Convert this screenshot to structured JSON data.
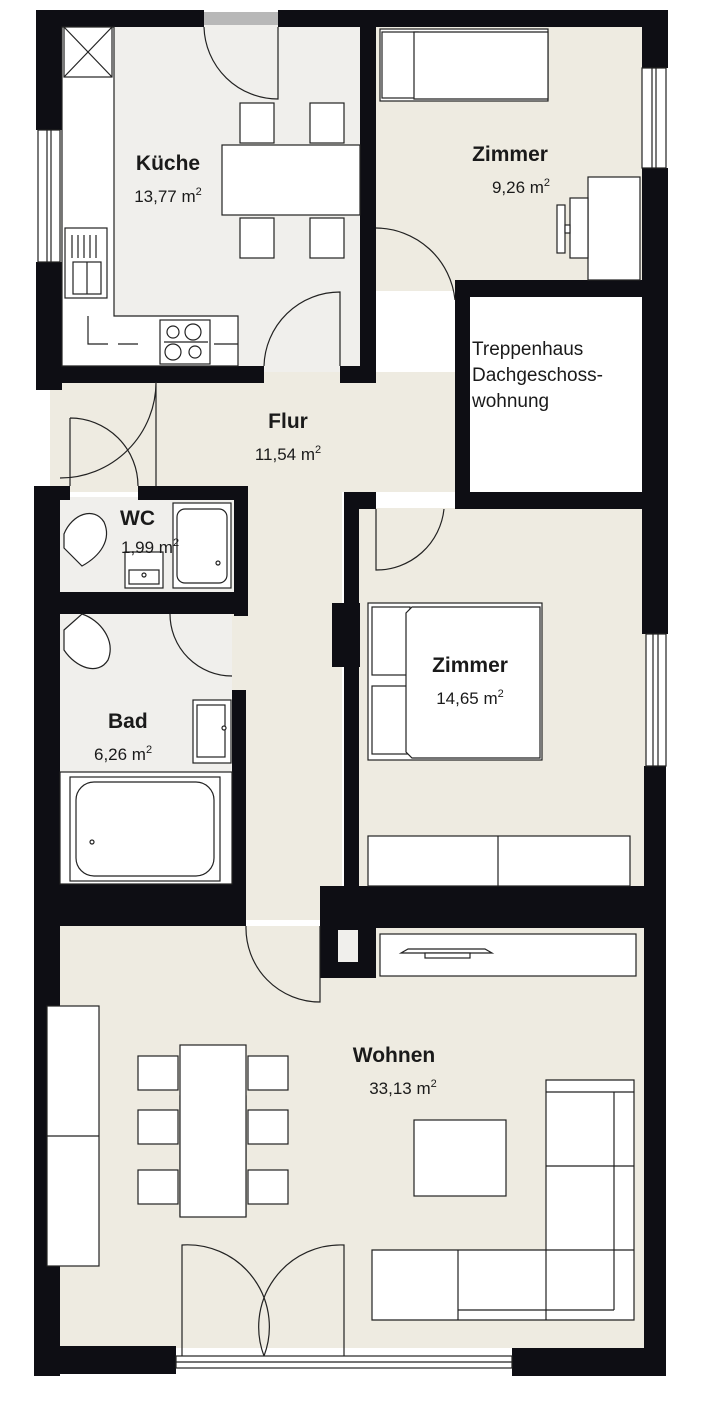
{
  "plan": {
    "type": "apartment floor plan",
    "colors": {
      "wall": "#0e0e14",
      "floor": "#eeebe1",
      "wet_floor": "#f0efec",
      "furniture": "#ffffff"
    },
    "area_unit_sup": "2",
    "rooms": {
      "kueche": {
        "name": "Küche",
        "area": "13,77 m",
        "unit_sup": "2"
      },
      "zimmer1": {
        "name": "Zimmer",
        "area": "9,26 m",
        "unit_sup": "2"
      },
      "treppenhaus": {
        "name": "Treppenhaus\nDachgeschoss-\nwohnung"
      },
      "flur": {
        "name": "Flur",
        "area": "11,54 m",
        "unit_sup": "2"
      },
      "wc": {
        "name": "WC",
        "area": "1,99 m",
        "unit_sup": "2"
      },
      "zimmer2": {
        "name": "Zimmer",
        "area": "14,65 m",
        "unit_sup": "2"
      },
      "bad": {
        "name": "Bad",
        "area": "6,26 m",
        "unit_sup": "2"
      },
      "wohnen": {
        "name": "Wohnen",
        "area": "33,13 m",
        "unit_sup": "2"
      }
    },
    "furniture_icons": [
      "kitchen-counter",
      "stove-icon",
      "sink-icon",
      "dining-table",
      "chair",
      "single-bed",
      "desk",
      "double-bed",
      "wardrobe",
      "toilet-icon",
      "shower-icon",
      "washbasin-icon",
      "bathtub-icon",
      "sideboard",
      "tv-board",
      "coffee-table",
      "corner-sofa",
      "door-swing",
      "window"
    ]
  }
}
